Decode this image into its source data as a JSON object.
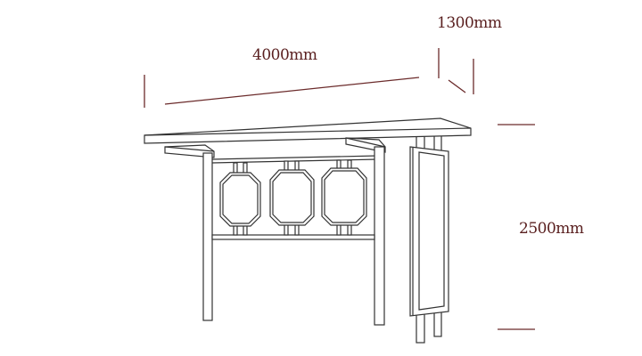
{
  "dimensions": {
    "length": "4000mm",
    "depth": "1300mm",
    "height": "2500mm"
  },
  "colors": {
    "dimension": "#6b2b2b",
    "structure": "#333333"
  }
}
